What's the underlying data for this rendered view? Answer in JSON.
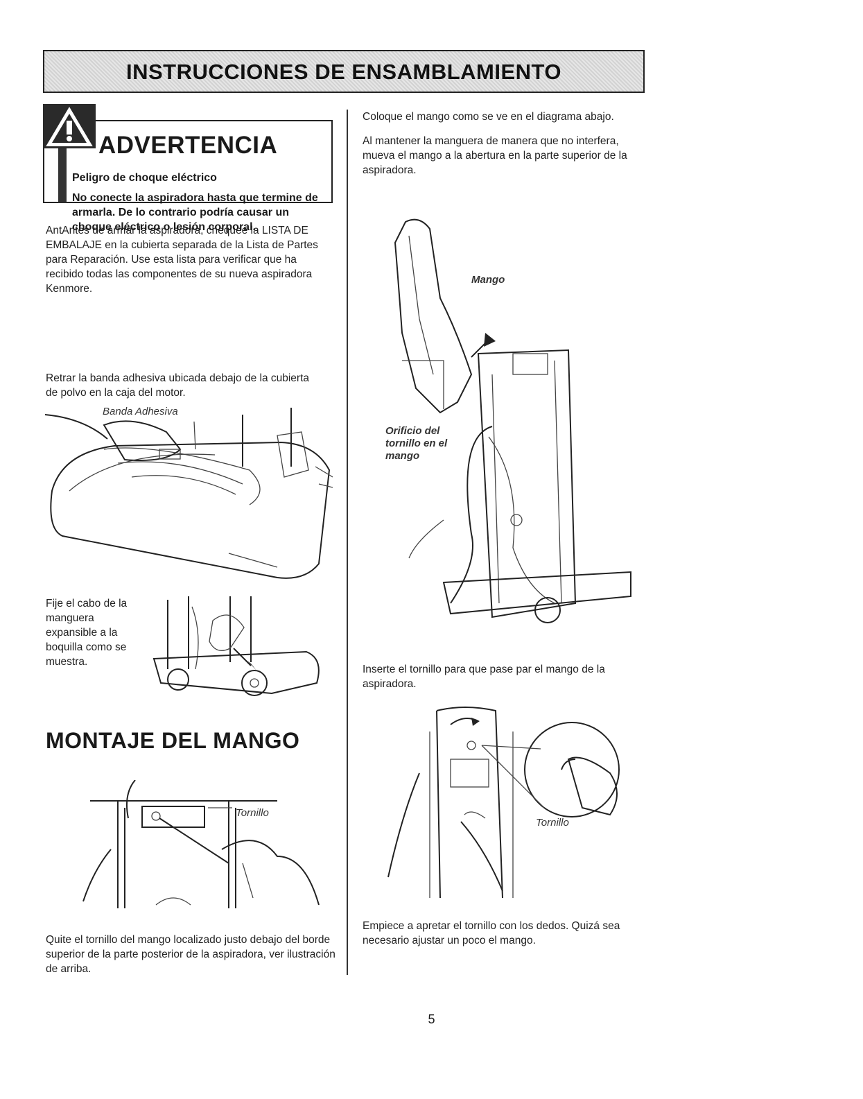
{
  "banner_title": "INSTRUCCIONES DE ENSAMBLAMIENTO",
  "warning": {
    "title": "ADVERTENCIA",
    "subtitle": "Peligro de choque eléctrico",
    "body": "No conecte la aspiradora hasta que termine de armarla. De lo contrario podría causar un choque eléctrico o lesión corporal."
  },
  "left": {
    "para1": "AntAntes de armar la aspiradora, chequee la LISTA DE EMBALAJE en la cubierta separada de la Lista de Partes para Reparación. Use esta lista para verificar que ha recibido todas las componentes de su nueva aspiradora Kenmore.",
    "para2": "Retrar la banda adhesiva ubicada debajo de la cubierta de polvo en la caja del motor.",
    "label_banda": "Banda Adhesiva",
    "para3": "Fije el cabo de la manguera expansible a la boquilla como se muestra.",
    "section_title": "MONTAJE DEL MANGO",
    "label_tornillo": "Tornillo",
    "para4": "Quite el tornillo del mango localizado justo debajo del borde superior de la parte posterior de la aspiradora, ver ilustración de arriba."
  },
  "right": {
    "para1": "Coloque el mango como se ve en el diagrama abajo.",
    "para2": "Al mantener la manguera de manera que no interfera, mueva el mango a la abertura en la parte superior de la aspiradora.",
    "label_mango": "Mango",
    "label_orificio": "Orificio del tornillo en el mango",
    "para3": "Inserte el tornillo para que pase par el mango de la aspiradora.",
    "label_tornillo": "Tornillo",
    "para4": "Empiece a apretar el tornillo con los dedos. Quizá sea necesario ajustar un poco el mango."
  },
  "page_number": "5"
}
